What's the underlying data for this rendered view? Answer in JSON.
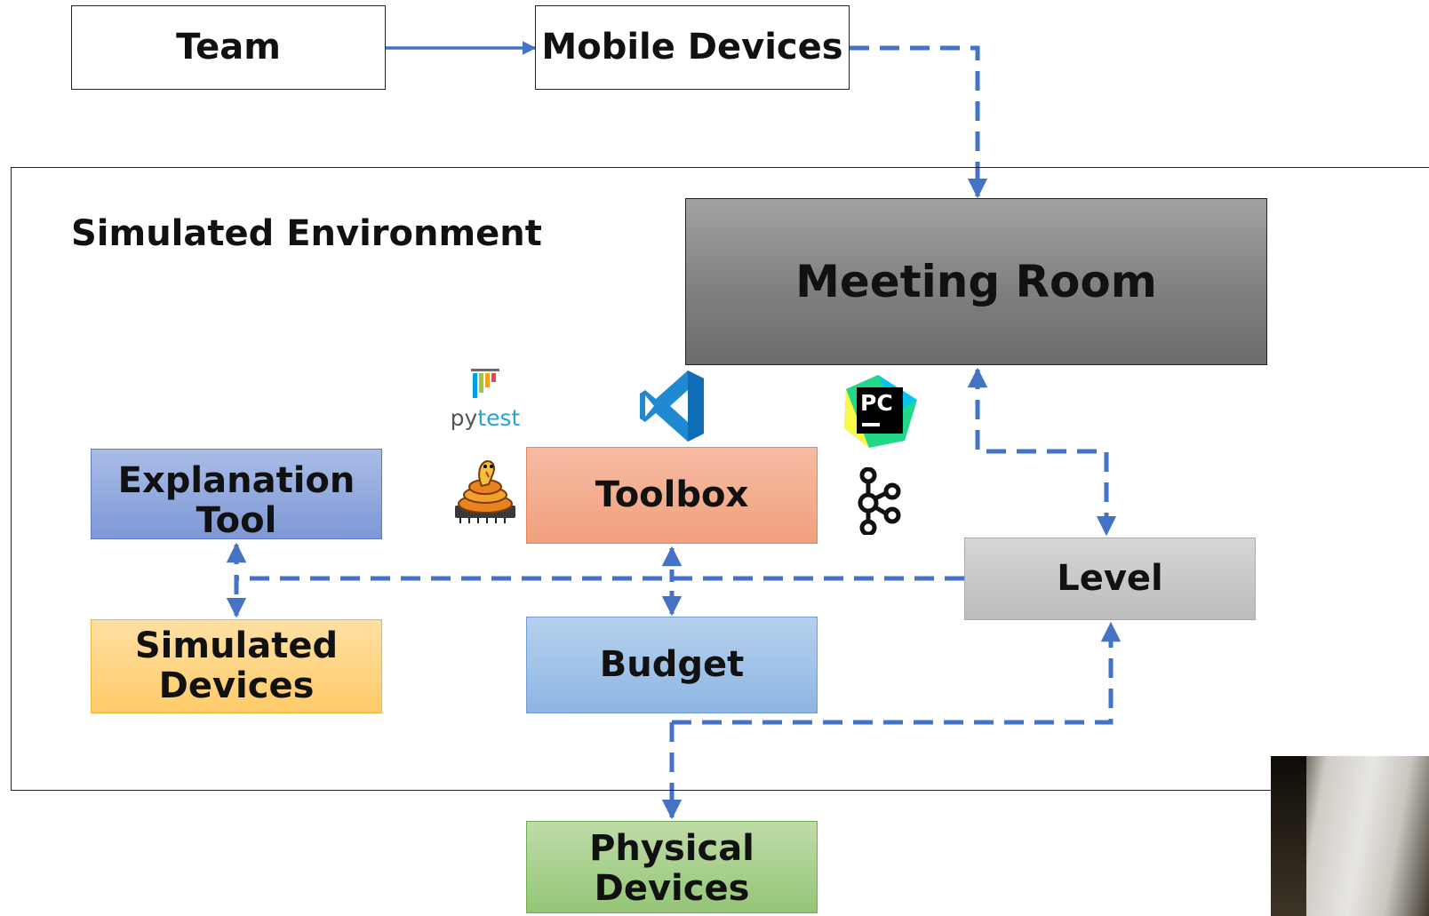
{
  "nodes": {
    "team": "Team",
    "mobile_devices": "Mobile Devices",
    "meeting_room": "Meeting Room",
    "explanation_tool": "Explanation Tool",
    "toolbox": "Toolbox",
    "level": "Level",
    "simulated_devices": "Simulated Devices",
    "budget": "Budget",
    "physical_devices": "Physical Devices"
  },
  "environment": {
    "title": "Simulated Environment"
  },
  "logos": {
    "pytest": {
      "prefix": "py",
      "suffix": "test"
    },
    "pycharm": "PC",
    "items": [
      "pytest-logo",
      "vscode-logo",
      "pycharm-logo",
      "micropython-snake-logo",
      "kafka-logo"
    ]
  },
  "colors": {
    "arrow": "#4472c4",
    "meeting_room": "#7f7f7f",
    "explanation_tool": "#8ea6dd",
    "toolbox": "#f4ad8e",
    "level": "#c9c9c9",
    "simulated_devices": "#ffd37f",
    "budget": "#9fc2e8",
    "physical_devices": "#a9d18e"
  }
}
